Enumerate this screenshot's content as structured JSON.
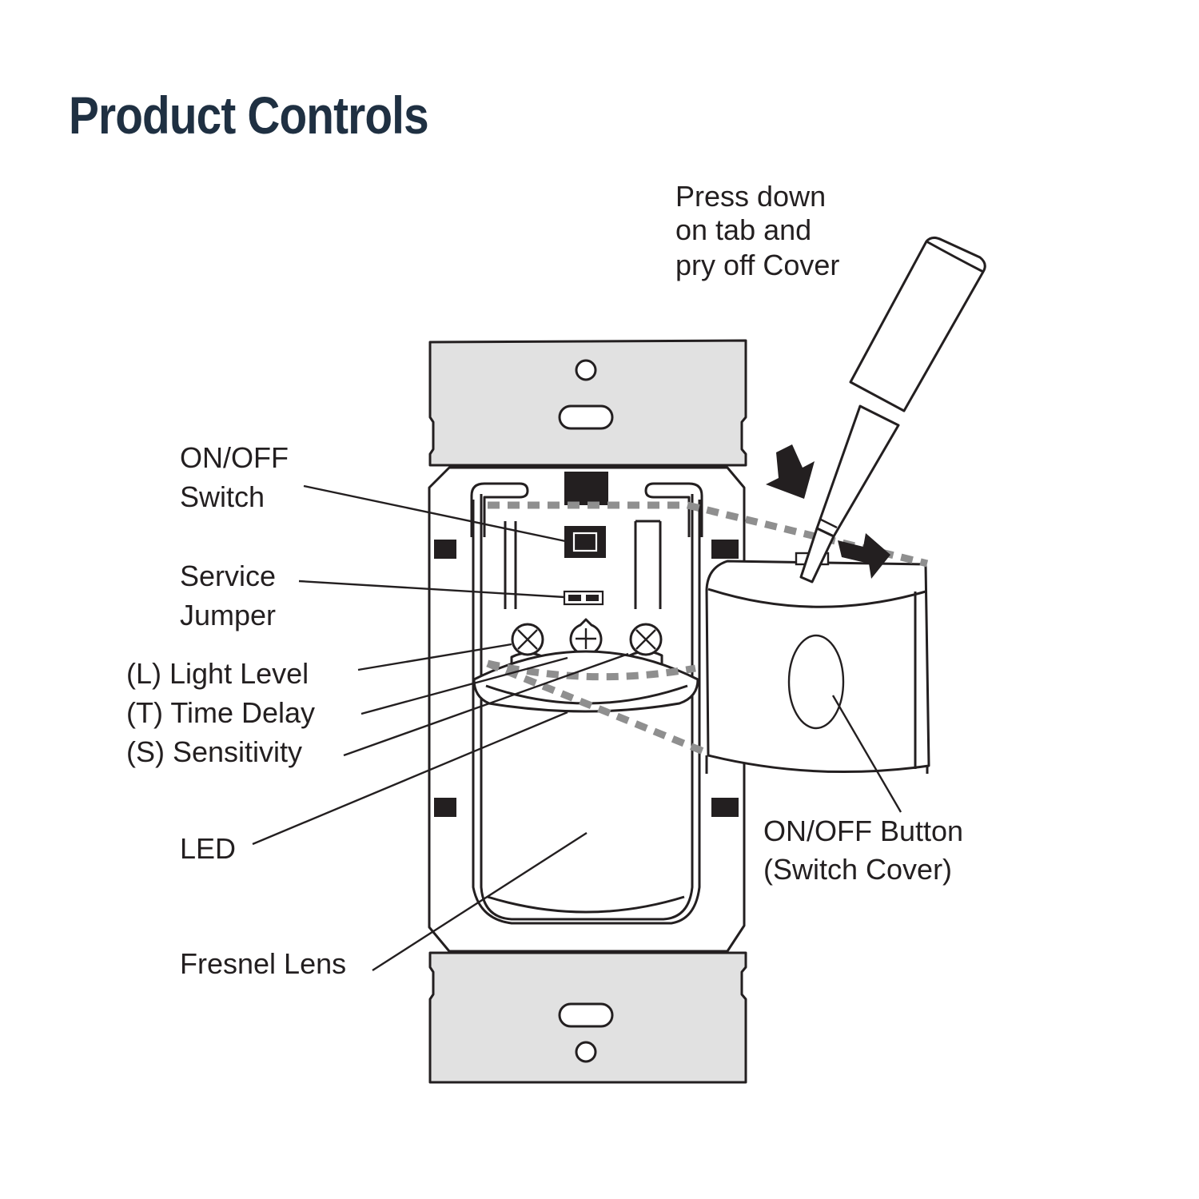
{
  "title": "Product Controls",
  "labels": {
    "press_line1": "Press down",
    "press_line2": "on tab and",
    "press_line3": "pry off Cover",
    "onoff_switch_line1": "ON/OFF",
    "onoff_switch_line2": "Switch",
    "service_jumper_line1": "Service",
    "service_jumper_line2": "Jumper",
    "light_level": "(L) Light Level",
    "time_delay": "(T) Time Delay",
    "sensitivity": "(S) Sensitivity",
    "led": "LED",
    "fresnel_lens": "Fresnel Lens",
    "onoff_button_line1": "ON/OFF Button",
    "onoff_button_line2": "(Switch Cover)"
  },
  "colors": {
    "title": "#1f3042",
    "plate": "#e1e1e1",
    "line": "#231f20",
    "dashed_outline": "#8f8f8f"
  }
}
